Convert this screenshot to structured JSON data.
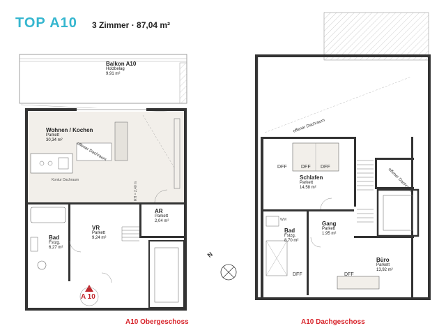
{
  "header": {
    "title": "TOP A10",
    "subtitle": "3 Zimmer · 87,04 m²"
  },
  "floor_left": {
    "caption": "A10 Obergeschoss",
    "entrance_marker": "A 10",
    "ceiling_note": "RH = 2,40 m",
    "edge_note": "Kontur Dachraum",
    "open_roof_label": "offener Dachraum",
    "rooms": [
      {
        "name": "Balkon A10",
        "floor": "Holzbelag",
        "area": "9,91 m²"
      },
      {
        "name": "Wohnen / Kochen",
        "floor": "Parkett",
        "area": "30,34 m²"
      },
      {
        "name": "AR",
        "floor": "Parkett",
        "area": "2,04 m²"
      },
      {
        "name": "Bad",
        "floor": "Fstzg.",
        "area": "6,27 m²"
      },
      {
        "name": "VR",
        "floor": "Parkett",
        "area": "9,24 m²"
      }
    ]
  },
  "floor_right": {
    "caption": "A10 Dachgeschoss",
    "open_roof_label_top": "offener Dachraum",
    "open_roof_label_side": "offener Dachraum",
    "appliance_label": "WM",
    "dff_label": "DFF",
    "rooms": [
      {
        "name": "Schlafen",
        "floor": "Parkett",
        "area": "14,58 m²"
      },
      {
        "name": "Gang",
        "floor": "Parkett",
        "area": "1,95 m²"
      },
      {
        "name": "Bad",
        "floor": "Fstzg.",
        "area": "8,70 m²"
      },
      {
        "name": "Büro",
        "floor": "Parkett",
        "area": "13,92 m²"
      }
    ]
  },
  "compass": {
    "label": "N"
  }
}
